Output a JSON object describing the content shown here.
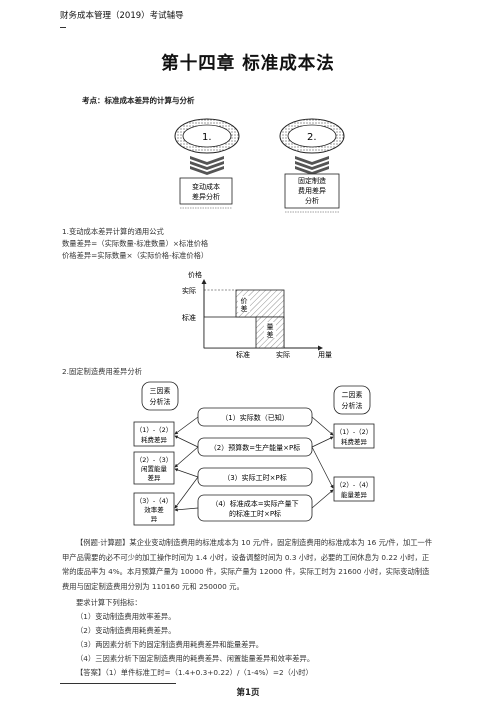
{
  "header": {
    "title": "财务成本管理（2019）考试辅导"
  },
  "chapter_title": "第十四章   标准成本法",
  "kaodian": "考点：标准成本差异的计算与分析",
  "figure1": {
    "ring1": "1.",
    "ring2": "2.",
    "box1": [
      "变动成本",
      "差异分析"
    ],
    "box2": [
      "固定制造",
      "费用差异",
      "分析"
    ]
  },
  "section1": {
    "heading": "1.变动成本差异计算的通用公式",
    "line1": "数量差异=（实际数量-标准数量）×标准价格",
    "line2": "价格差异=实际数量×（实际价格-标准价格）"
  },
  "figure2": {
    "y_axis_label": "价格",
    "x_axis_label": "用量",
    "y_tick_actual": "实际",
    "y_tick_standard": "标准",
    "x_tick_standard": "标准",
    "x_tick_actual": "实际",
    "region_price": [
      "价",
      "差"
    ],
    "region_quantity": [
      "量",
      "差"
    ]
  },
  "section2": {
    "heading": "2.固定制造费用差异分析"
  },
  "figure3": {
    "left_title": [
      "三因素",
      "分析法"
    ],
    "right_title": [
      "二因素",
      "分析法"
    ],
    "left_boxes": [
      [
        "（1）-（2）",
        "耗费差异"
      ],
      [
        "（2）-（3）",
        "闲置能量",
        "差异"
      ],
      [
        "（3）-（4）",
        "效率差",
        "异"
      ]
    ],
    "right_boxes": [
      [
        "（1）-（2）",
        "耗费差异"
      ],
      [
        "（2）-（4）",
        "能量差异"
      ]
    ],
    "center_boxes": [
      [
        "（1）实际数（已知）"
      ],
      [
        "（2）预算数=生产能量×P标"
      ],
      [
        "（3）实际工时×P标"
      ],
      [
        "（4）标准成本=实际产量下",
        "的标准工时×P标"
      ]
    ]
  },
  "example": {
    "tag": "【例题·计算题】",
    "body": "某企业变动制造费用的标准成本为 10 元/件，固定制造费用的标准成本为 16 元/件，加工一件甲产品需要的必不可少的加工操作时间为 1.4 小时，设备调整时间为 0.3 小时，必要的工间休息为 0.22 小时，正常的废品率为 4%。本月预算产量为 10000 件，实际产量为 12000 件，实际工时为 21600 小时，实际变动制造费用与固定制造费用分别为 110160 元和 250000 元。",
    "req_title": "要求计算下列指标：",
    "reqs": [
      "（1）变动制造费用效率差异。",
      "（2）变动制造费用耗费差异。",
      "（3）两因素分析下的固定制造费用耗费差异和能量差异。",
      "（4）三因素分析下固定制造费用的耗费差异、闲置能量差异和效率差异。"
    ],
    "answer": "【答案】（1）单件标准工时=（1.4+0.3+0.22）/（1-4%）=2（小时）"
  },
  "footer": {
    "page": "第1页"
  }
}
